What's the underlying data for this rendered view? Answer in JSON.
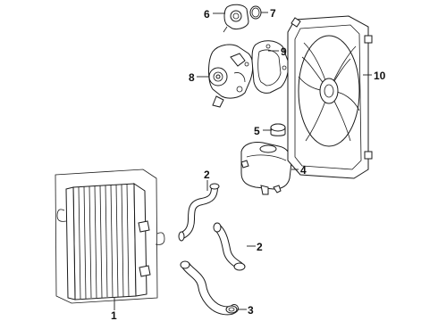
{
  "callouts": {
    "c1": "1",
    "c2a": "2",
    "c2b": "2",
    "c3": "3",
    "c4": "4",
    "c5": "5",
    "c6": "6",
    "c7": "7",
    "c8": "8",
    "c9": "9",
    "c10": "10"
  },
  "parts": [
    {
      "callout": "1",
      "name": "radiator"
    },
    {
      "callout": "2",
      "name": "upper-hose"
    },
    {
      "callout": "2",
      "name": "lower-hose"
    },
    {
      "callout": "3",
      "name": "hose-clamp"
    },
    {
      "callout": "4",
      "name": "coolant-reservoir"
    },
    {
      "callout": "5",
      "name": "reservoir-cap"
    },
    {
      "callout": "6",
      "name": "thermostat-housing"
    },
    {
      "callout": "7",
      "name": "o-ring"
    },
    {
      "callout": "8",
      "name": "water-pump"
    },
    {
      "callout": "9",
      "name": "water-pump-gasket"
    },
    {
      "callout": "10",
      "name": "cooling-fan-assembly"
    }
  ]
}
